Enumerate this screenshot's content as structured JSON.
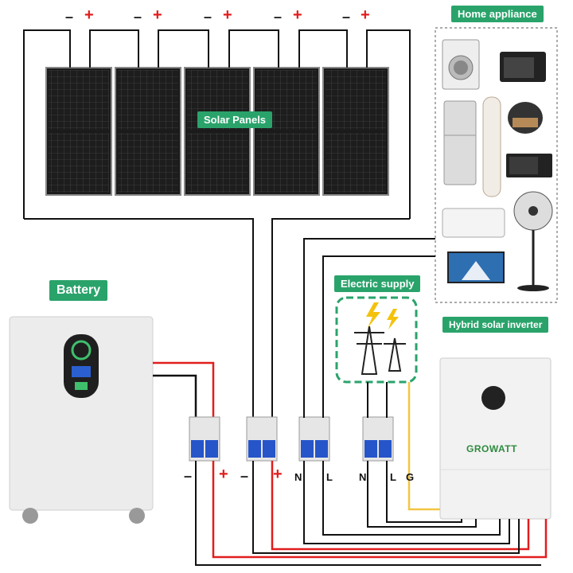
{
  "labels": {
    "home_appliance": "Home appliance",
    "solar_panels": "Solar Panels",
    "battery": "Battery",
    "electric_supply": "Electric supply",
    "hybrid_inverter": "Hybrid solar inverter"
  },
  "panel_polarity": {
    "minus": "–",
    "plus": "+"
  },
  "breaker_terminals": {
    "battery": [
      "–",
      "+"
    ],
    "solar": [
      "–",
      "+"
    ],
    "grid_in": [
      "N",
      "L"
    ],
    "grid_out": [
      "N",
      "L",
      "G"
    ]
  },
  "inverter_brand": "GROWATT",
  "appliances": [
    "washing-machine",
    "oven",
    "refrigerator",
    "air-purifier",
    "rice-cooker",
    "microwave",
    "air-conditioner",
    "television",
    "standing-fan"
  ],
  "colors": {
    "green": "#2aa36b",
    "red": "#e11d1d",
    "yellow": "#f4c542",
    "black": "#111111"
  }
}
